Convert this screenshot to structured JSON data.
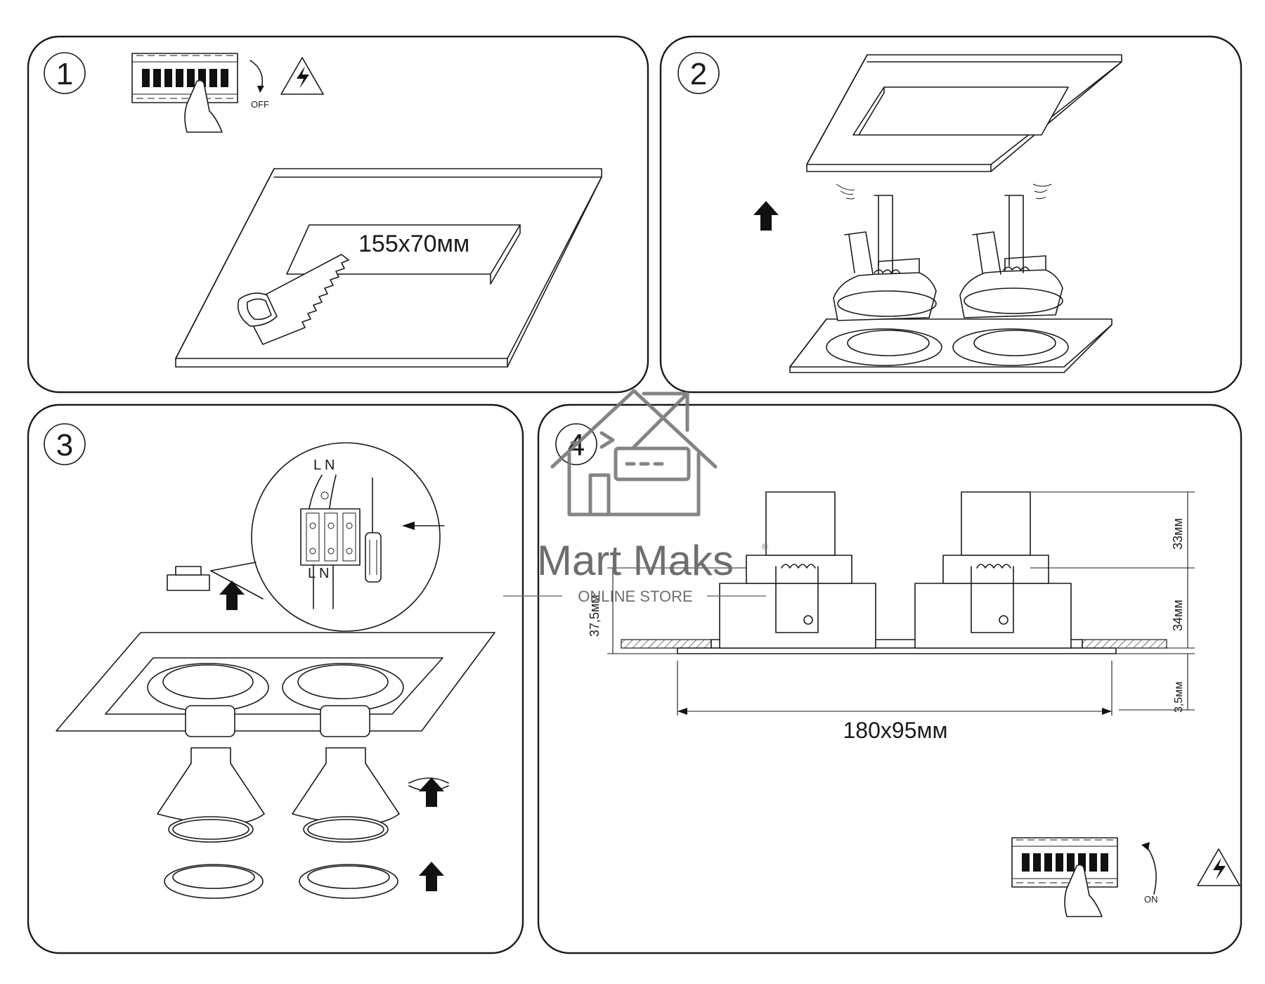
{
  "steps": [
    {
      "number": "1",
      "cutout": "155x70мм",
      "switch_label": "OFF"
    },
    {
      "number": "2"
    },
    {
      "number": "3",
      "wire_top": "L N",
      "wire_bottom": "L N"
    },
    {
      "number": "4",
      "width_label": "180x95мм",
      "dim_top": "33мм",
      "dim_mid": "34мм",
      "dim_bottom": "3,5мм",
      "dim_left": "37,5мм",
      "switch_label": "ON"
    }
  ],
  "watermark": {
    "brand": "Mart Maks",
    "tagline": "ONLINE STORE",
    "mark": "®"
  },
  "colors": {
    "line": "#1a1a1a",
    "watermark": "#6e6e6e"
  }
}
